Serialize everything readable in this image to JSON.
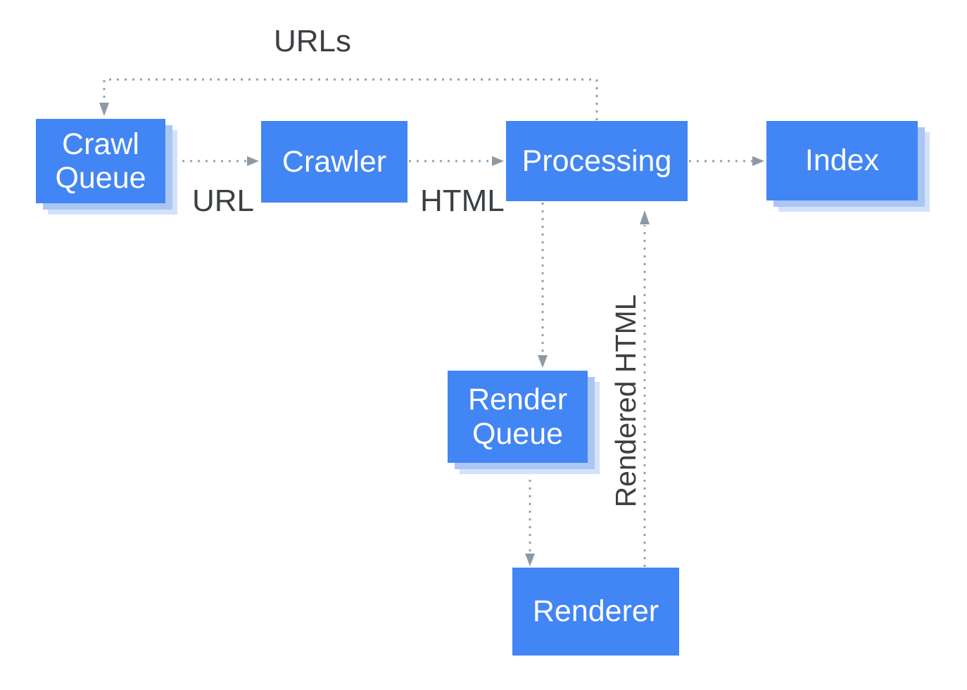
{
  "diagram": {
    "description": "Crawl, render and index pipeline flow diagram"
  },
  "colors": {
    "background": "#ffffff",
    "node_fill": "#4285f4",
    "node_text": "#ffffff",
    "shadow_inner": "#aac6f3",
    "shadow_outer": "#d4e1fa",
    "connector": "#95a2ad",
    "arrowhead": "#8d9aa6",
    "label_text": "#3c4043"
  },
  "nodes": [
    {
      "id": "crawl-queue",
      "label": "Crawl Queue"
    },
    {
      "id": "crawler",
      "label": "Crawler"
    },
    {
      "id": "processing",
      "label": "Processing"
    },
    {
      "id": "index",
      "label": "Index"
    },
    {
      "id": "render-queue",
      "label": "Render Queue"
    },
    {
      "id": "renderer",
      "label": "Renderer"
    }
  ],
  "edge_labels": {
    "urls": "URLs",
    "url": "URL",
    "html": "HTML",
    "rendered_html": "Rendered HTML"
  }
}
